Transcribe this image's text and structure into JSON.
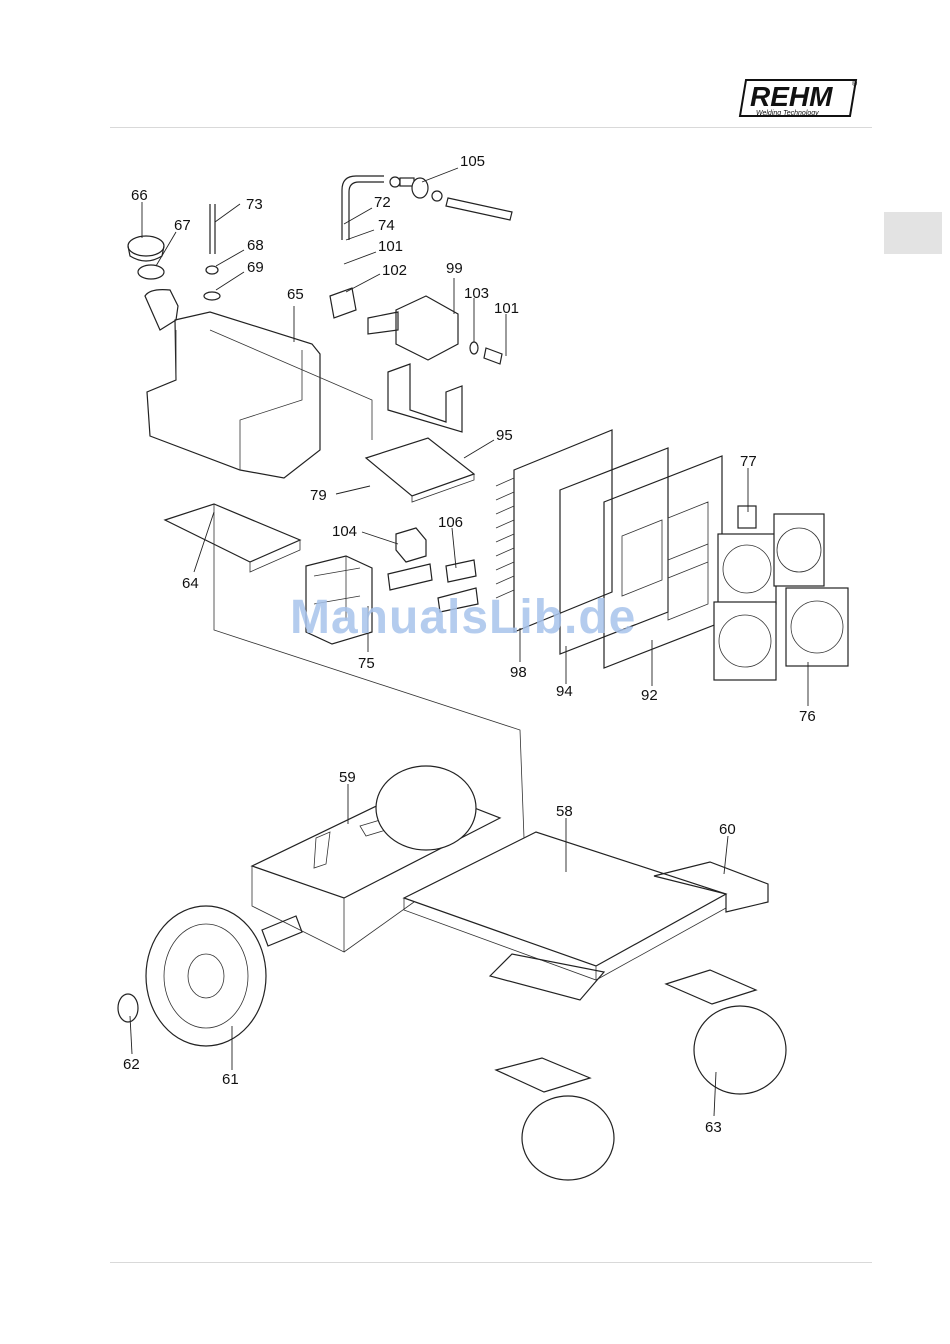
{
  "header": {
    "brand": "REHM",
    "registered": "®",
    "tagline": "Welding Technology"
  },
  "watermark": "ManualsLib.de",
  "callouts": [
    "105",
    "66",
    "67",
    "73",
    "72",
    "74",
    "68",
    "69",
    "101",
    "102",
    "99",
    "103",
    "101",
    "65",
    "95",
    "77",
    "79",
    "104",
    "106",
    "64",
    "75",
    "98",
    "94",
    "92",
    "76",
    "59",
    "58",
    "60",
    "62",
    "61",
    "63"
  ]
}
